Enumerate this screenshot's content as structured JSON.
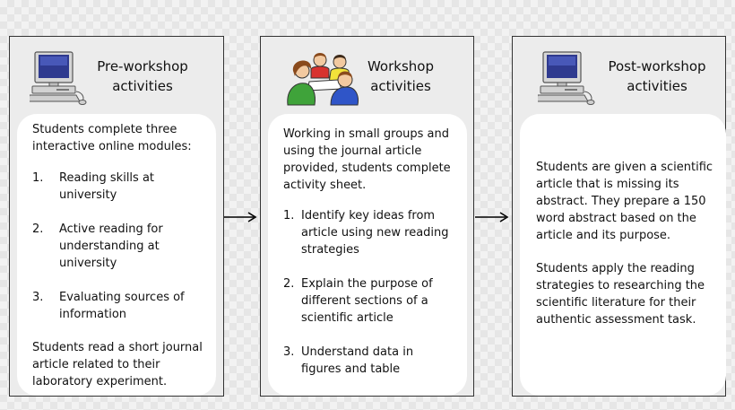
{
  "panels": [
    {
      "title": "Pre-workshop\nactivities",
      "icon": "computer-icon",
      "intro": "Students complete three interactive online modules:",
      "list": [
        {
          "num": "1.",
          "text": "Reading skills at university"
        },
        {
          "num": "2.",
          "text": "Active reading for understanding at university"
        },
        {
          "num": "3.",
          "text": "Evaluating sources of information"
        }
      ],
      "outro": "Students read a short journal article related to their laboratory experiment."
    },
    {
      "title": "Workshop\nactivities",
      "icon": "group-work-icon",
      "intro": "Working in small groups and using the journal article provided, students complete activity sheet.",
      "list": [
        {
          "num": "1.",
          "text": "Identify key ideas from article using new reading strategies"
        },
        {
          "num": "2.",
          "text": "Explain the purpose of different sections of a scientific article"
        },
        {
          "num": "3.",
          "text": "Understand data in figures and table"
        }
      ]
    },
    {
      "title": "Post-workshop\nactivities",
      "icon": "computer-icon",
      "para1": "Students are given a scientific article that is missing its abstract. They prepare a 150 word abstract based on the article and its purpose.",
      "para2": "Students apply the reading strategies to researching the scientific literature for their authentic assessment task."
    }
  ],
  "colors": {
    "panel_border": "#333333",
    "card": "#ffffff",
    "arrow": "#000000"
  }
}
